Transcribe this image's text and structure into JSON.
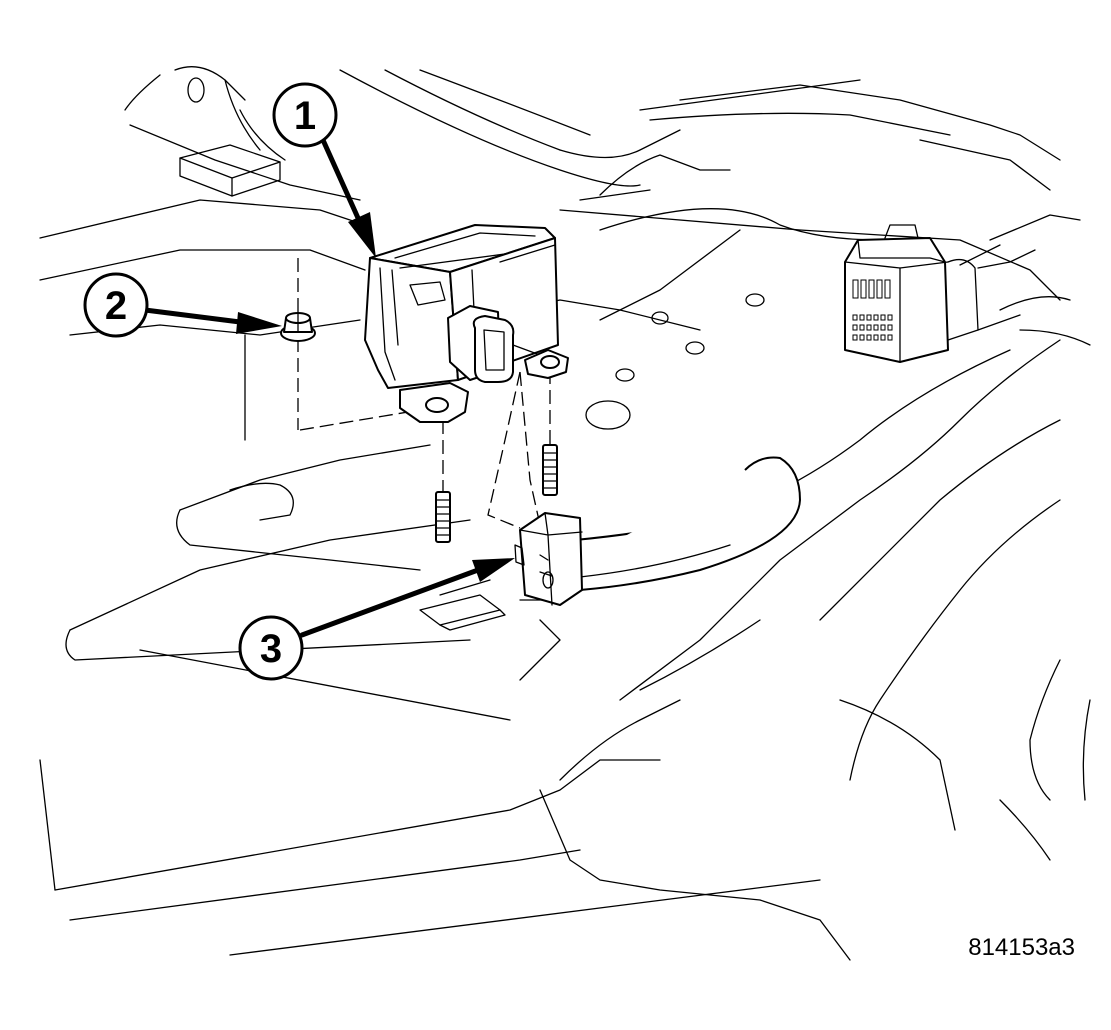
{
  "callouts": [
    {
      "number": "1"
    },
    {
      "number": "2"
    },
    {
      "number": "3"
    }
  ],
  "figure_id": "814153a3"
}
